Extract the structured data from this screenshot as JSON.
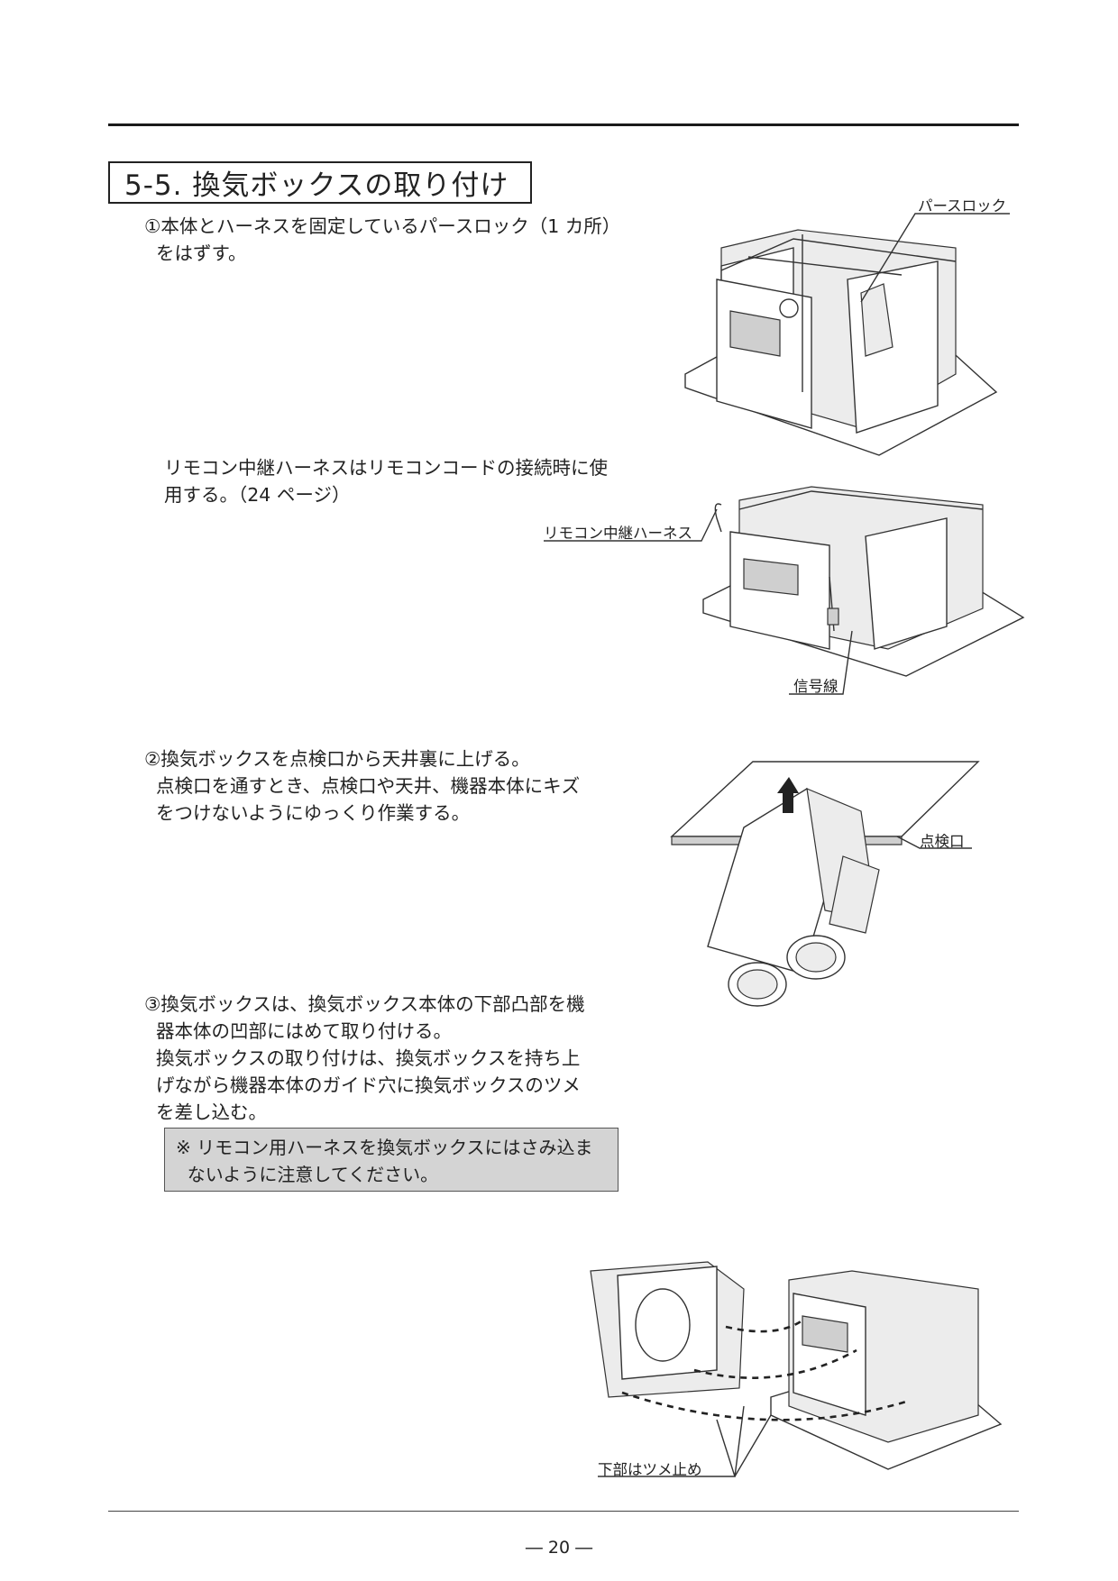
{
  "section": {
    "title": "5-5. 換気ボックスの取り付け"
  },
  "steps": {
    "step1": {
      "line1": "①本体とハーネスを固定しているパースロック（1 カ所）",
      "line2": "をはずす。"
    },
    "step1_note": {
      "line1": "リモコン中継ハーネスはリモコンコードの接続時に使",
      "line2": "用する。（24 ページ）"
    },
    "step2": {
      "line1": "②換気ボックスを点検口から天井裏に上げる。",
      "line2": "点検口を通すとき、点検口や天井、機器本体にキズ",
      "line3": "をつけないようにゆっくり作業する。"
    },
    "step3": {
      "line1": "③換気ボックスは、換気ボックス本体の下部凸部を機",
      "line2": "器本体の凹部にはめて取り付ける。",
      "line3": "換気ボックスの取り付けは、換気ボックスを持ち上",
      "line4": "げながら機器本体のガイド穴に換気ボックスのツメ",
      "line5": "を差し込む。"
    }
  },
  "caution": {
    "line1": "※ リモコン用ハーネスを換気ボックスにはさみ込ま",
    "line2": "ないように注意してください。"
  },
  "figure_labels": {
    "pars_lock": "パースロック",
    "remocon_harness": "リモコン中継ハーネス",
    "signal_wire": "信号線",
    "inspection_opening": "点検口",
    "bottom_claw": "下部はツメ止め"
  },
  "footer": {
    "page_number": "― 20 ―"
  }
}
